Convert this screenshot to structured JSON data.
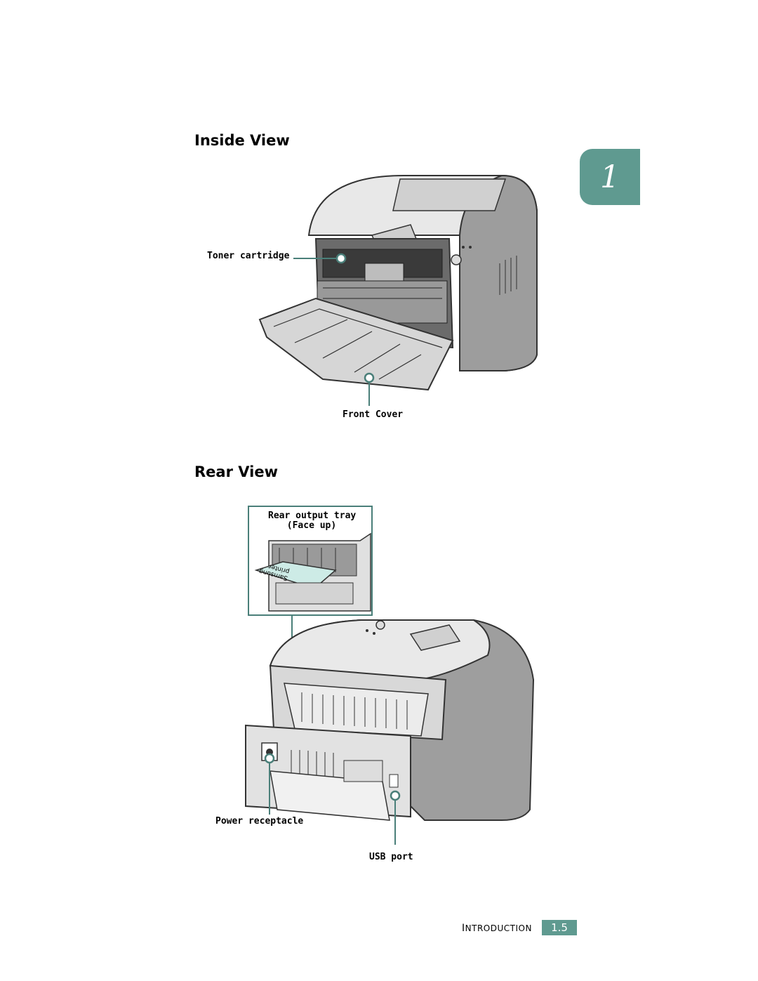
{
  "chapter": {
    "number": "1"
  },
  "inside_view": {
    "title": "Inside View",
    "labels": {
      "toner_cartridge": "Toner cartridge",
      "front_cover": "Front Cover"
    }
  },
  "rear_view": {
    "title": "Rear View",
    "labels": {
      "rear_output_tray": "Rear output tray",
      "face_up": "(Face up)",
      "power_receptacle": "Power receptacle",
      "usb_port": "USB port"
    },
    "paper_text": [
      "Samsung",
      "printer"
    ]
  },
  "footer": {
    "section_first": "I",
    "section_rest": "NTRODUCTION",
    "page": "1.5"
  },
  "colors": {
    "accent": "#5f9a90",
    "callout": "#4a7f79"
  }
}
